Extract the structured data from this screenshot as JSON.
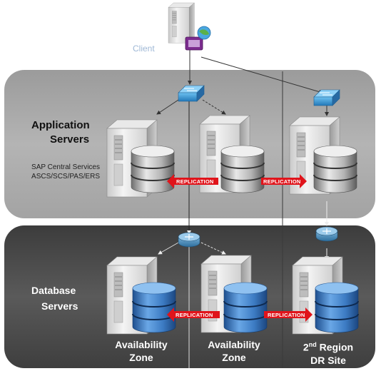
{
  "client": {
    "label": "Client"
  },
  "app_tier": {
    "title_line1": "Application",
    "title_line2": "Servers",
    "subtitle_line1": "SAP Central Services",
    "subtitle_line2": "ASCS/SCS/PAS/ERS"
  },
  "db_tier": {
    "title_line1": "Database",
    "title_line2": "Servers"
  },
  "replication": {
    "app_left": "REPLICATION",
    "app_right": "REPLICATION",
    "db_left": "REPLICATION",
    "db_right": "REPLICATION"
  },
  "zones": {
    "zone1_line1": "Availability",
    "zone1_line2": "Zone",
    "zone2_line1": "Availability",
    "zone2_line2": "Zone",
    "dr_line1_sup": "nd",
    "dr_line1_num": "2",
    "dr_line1_rest": " Region",
    "dr_line2": "DR Site"
  },
  "colors": {
    "app_panel": "#a9a9a9",
    "db_panel": "#4a4a4a",
    "arrow_red": "#e0141b",
    "db_blue": "#3f7fc8",
    "switch_blue": "#3a8fd1"
  }
}
